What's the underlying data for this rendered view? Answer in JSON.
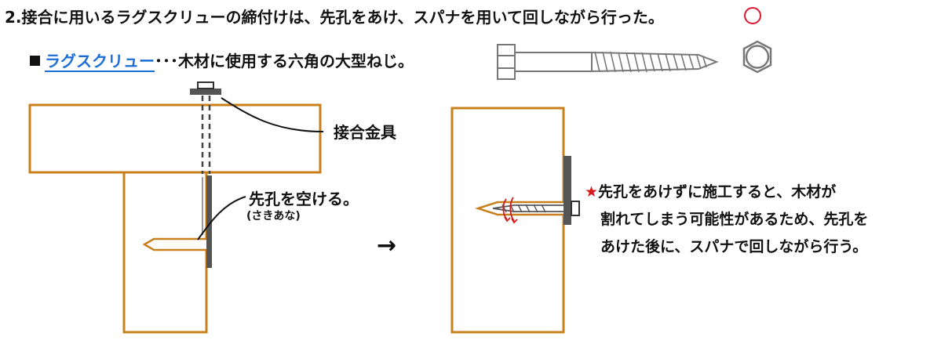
{
  "question": {
    "text": "2.接合に用いるラグスクリューの締付けは、先孔をあけ、スパナを用いて回しながら行った。",
    "answer_mark": "correct-circle",
    "answer_color": "#e0182d"
  },
  "definition": {
    "term": "ラグスクリュー",
    "description": "･･･木材に使用する六角の大型ねじ。"
  },
  "left_figure": {
    "hardware_label": "接合金具",
    "pilot_hole_label": "先孔を空ける。",
    "pilot_hole_reading": "(さきあな)"
  },
  "transition_arrow": "→",
  "note": {
    "lines": [
      "先孔をあけずに施工すると、木材が",
      "割れてしまう可能性があるため、先孔を",
      "あけた後に、スパナで回しながら行う。"
    ]
  },
  "colors": {
    "wood": "#c8801c",
    "steel_plate": "#555555",
    "screw": "#777777",
    "accent_blue": "#1c6ed6",
    "star": "#d51a1a"
  }
}
